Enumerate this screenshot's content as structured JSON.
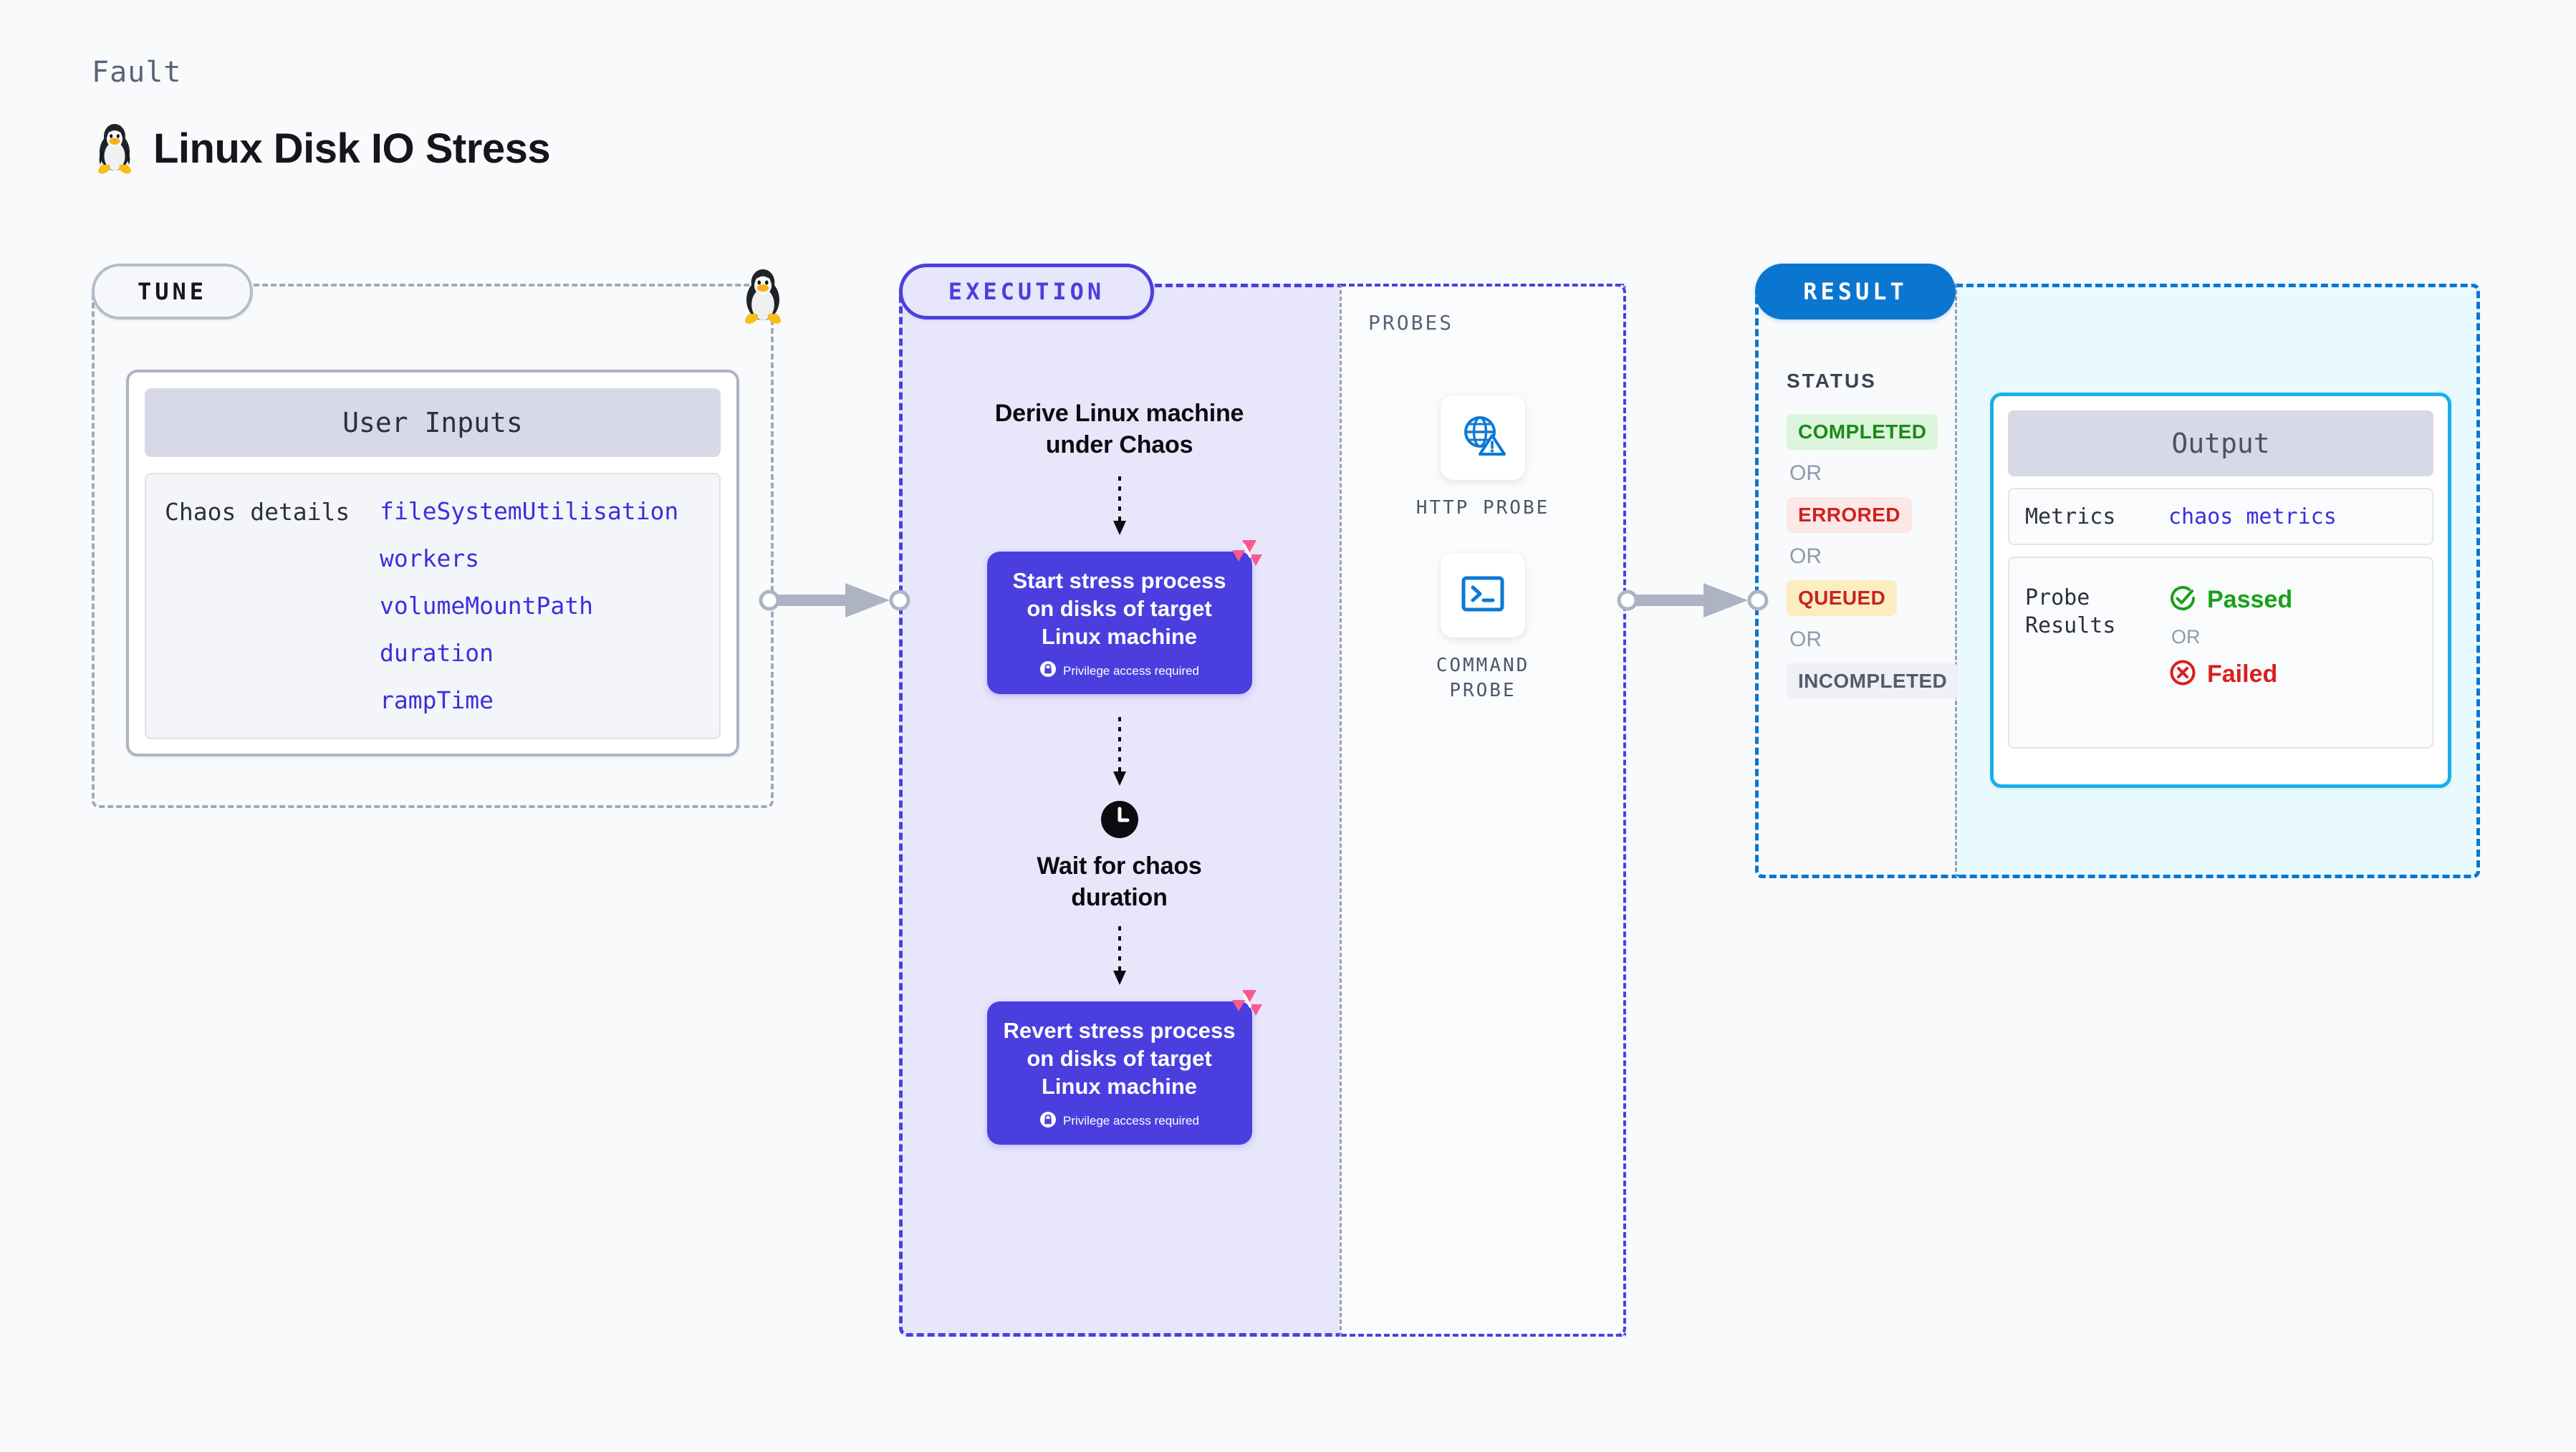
{
  "header": {
    "kicker": "Fault",
    "title": "Linux Disk IO Stress",
    "icon": "linux-tux-icon"
  },
  "tune": {
    "pill_label": "TUNE",
    "marker_icon": "linux-tux-icon",
    "card": {
      "header": "User Inputs",
      "row_label": "Chaos details",
      "values": [
        "fileSystemUtilisation",
        "workers",
        "volumeMountPath",
        "duration",
        "rampTime"
      ]
    }
  },
  "connectors": [
    {
      "name": "tune-to-execution-arrow",
      "icon": "arrow-right-icon"
    },
    {
      "name": "execution-to-result-arrow",
      "icon": "arrow-right-icon"
    }
  ],
  "execution": {
    "pill_label": "EXECUTION",
    "steps": [
      {
        "type": "label",
        "text": "Derive Linux machine\nunder Chaos"
      },
      {
        "type": "box",
        "title": "Start stress process on disks of target Linux machine",
        "privilege_note": "Privilege access required",
        "privilege_icon": "lock-icon",
        "badge_icon": "litmus-chaos-icon"
      },
      {
        "type": "wait",
        "icon": "clock-icon",
        "text": "Wait for chaos\nduration"
      },
      {
        "type": "box",
        "title": "Revert stress process on disks of target Linux machine",
        "privilege_note": "Privilege access required",
        "privilege_icon": "lock-icon",
        "badge_icon": "litmus-chaos-icon"
      }
    ]
  },
  "probes": {
    "title": "PROBES",
    "items": [
      {
        "label": "HTTP PROBE",
        "icon": "globe-warning-icon"
      },
      {
        "label": "COMMAND\nPROBE",
        "icon": "terminal-icon"
      }
    ]
  },
  "result": {
    "pill_label": "RESULT",
    "status_title": "STATUS",
    "or_label": "OR",
    "statuses": [
      {
        "label": "COMPLETED",
        "style": "sb-completed",
        "bg": "#dcf5dc",
        "fg": "#1a8b1a"
      },
      {
        "label": "ERRORED",
        "style": "sb-errored",
        "bg": "#fde8e8",
        "fg": "#d41f1f"
      },
      {
        "label": "QUEUED",
        "style": "sb-queued",
        "bg": "#fcedc0",
        "fg": "#c62424"
      },
      {
        "label": "INCOMPLETED",
        "style": "sb-incomplete",
        "bg": "#eff0f5",
        "fg": "#555b6d"
      }
    ],
    "output": {
      "header": "Output",
      "metrics_key": "Metrics",
      "metrics_value": "chaos metrics",
      "probe_key": "Probe\nResults",
      "passed_label": "Passed",
      "passed_icon": "check-circle-icon",
      "failed_label": "Failed",
      "failed_icon": "x-circle-icon",
      "or_label": "OR"
    }
  },
  "colors": {
    "background": "#f8fafc",
    "execution_accent": "#4a3fde",
    "execution_fill": "#e7e6fb",
    "result_accent": "#0a76cf",
    "result_fill": "#e9fafe",
    "output_border": "#17b0e8",
    "chaos_pink": "#f9588f",
    "probe_blue": "#0c79d6",
    "tune_border": "#a3a9b8"
  }
}
